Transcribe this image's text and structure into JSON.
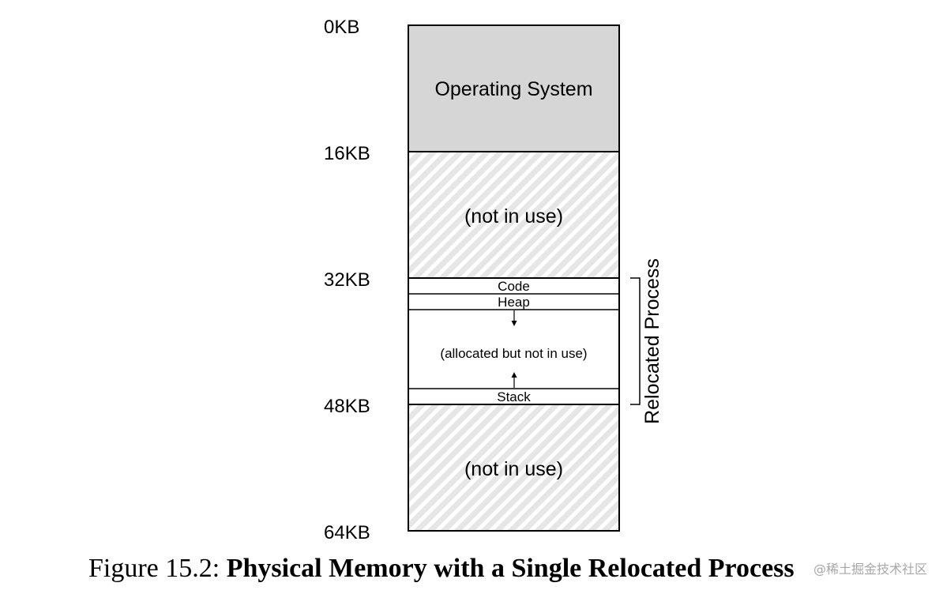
{
  "addresses": {
    "a0": "0KB",
    "a16": "16KB",
    "a32": "32KB",
    "a48": "48KB",
    "a64": "64KB"
  },
  "regions": {
    "os": "Operating System",
    "free_top": "(not in use)",
    "code": "Code",
    "heap": "Heap",
    "gap": "(allocated but not in use)",
    "stack": "Stack",
    "free_bottom": "(not in use)"
  },
  "bracket_label": "Relocated Process",
  "caption": {
    "prefix": "Figure 15.2: ",
    "title": "Physical Memory with a Single Relocated Process"
  },
  "watermark": "@稀土掘金技术社区",
  "colors": {
    "os_fill": "#d6d6d6",
    "hatch_bg": "#e8e8e8",
    "hatch_stripe": "#ffffff",
    "stroke": "#000000"
  }
}
